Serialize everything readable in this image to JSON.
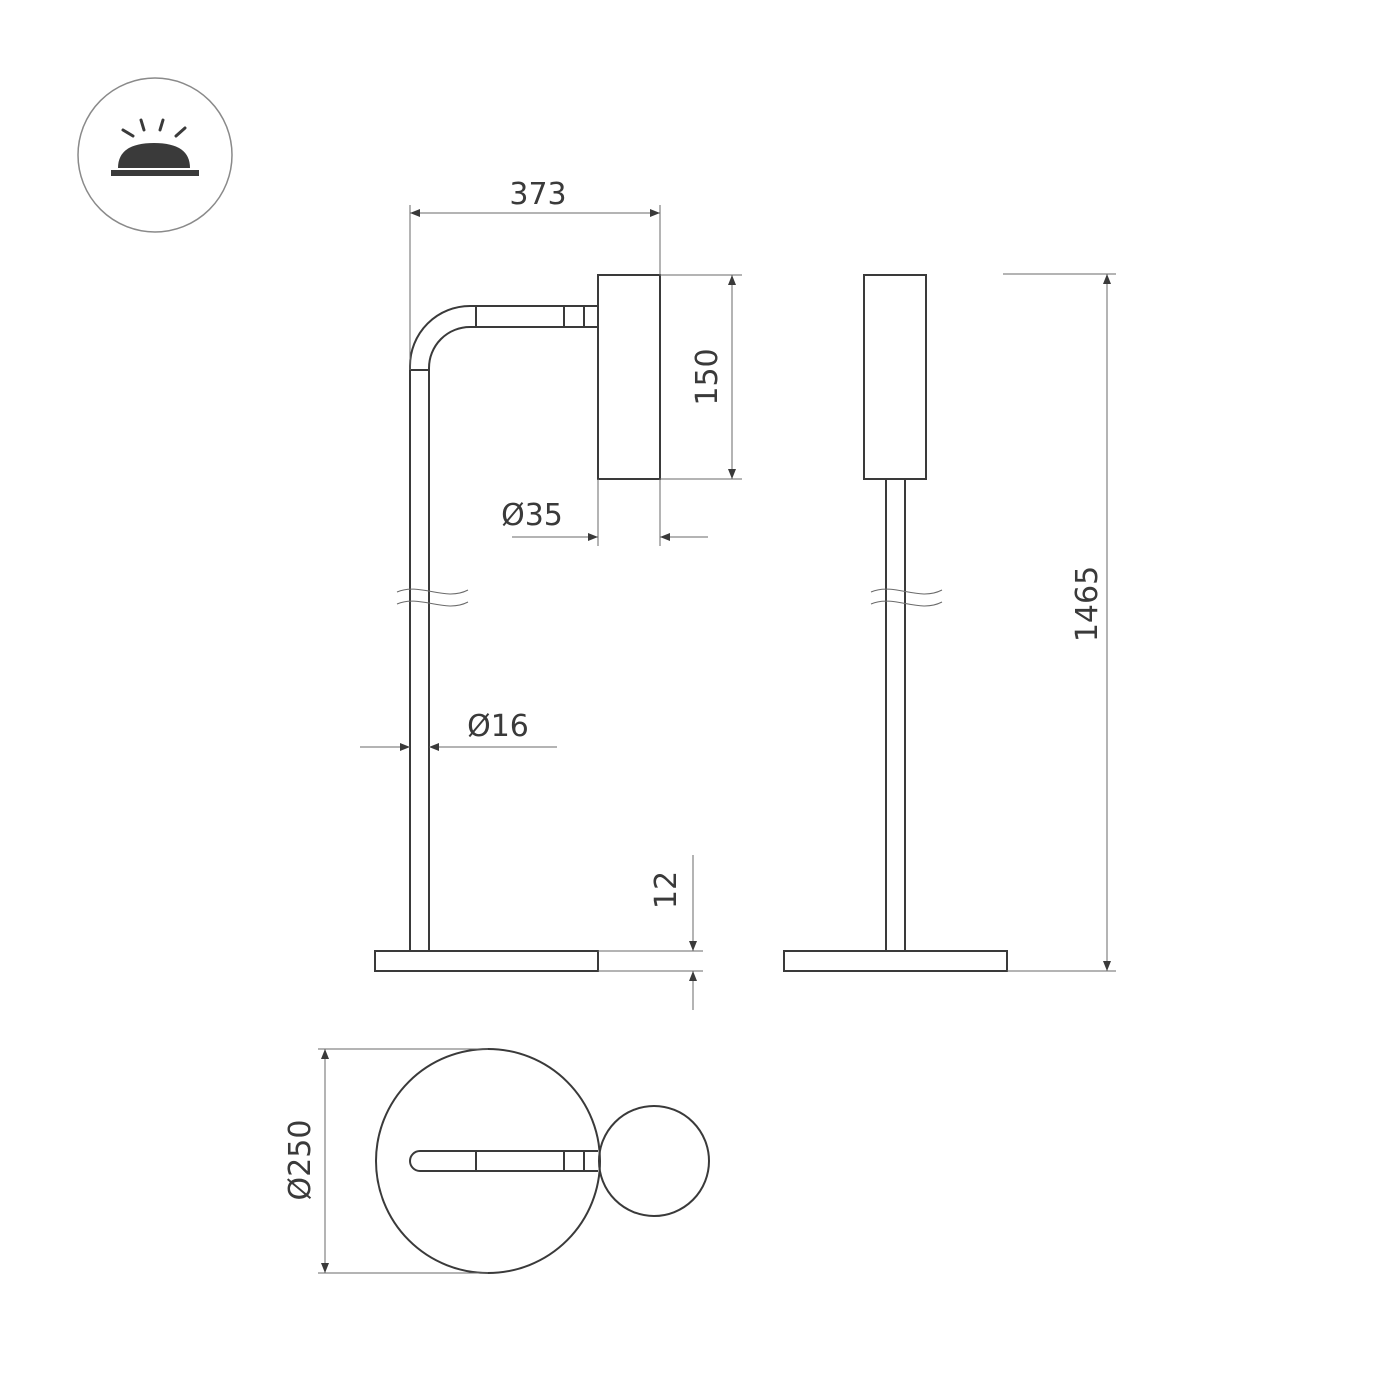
{
  "icon": {
    "name": "surface-mount-light-icon",
    "stroke": "#8a8a8a",
    "fill": "#3a3a3a"
  },
  "colors": {
    "line": "#3a3a3a",
    "extension_line": "#6a6a6a",
    "background": "#ffffff"
  },
  "dimensions": {
    "arm_length": "373",
    "head_height": "150",
    "head_diameter": "Ø35",
    "stem_diameter": "Ø16",
    "base_thickness": "12",
    "total_height": "1465",
    "base_diameter": "Ø250"
  }
}
